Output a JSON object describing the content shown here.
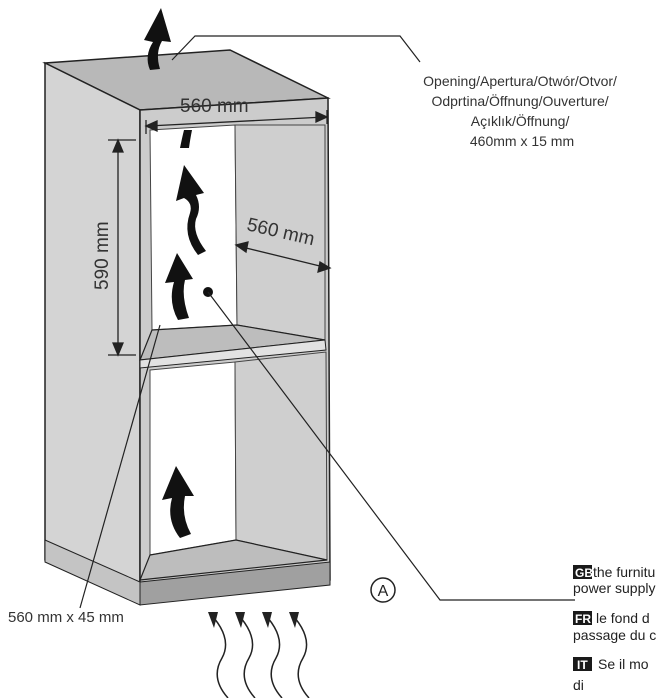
{
  "callout_top": {
    "lines": [
      "Opening/Apertura/Otwór/Otvor/",
      "Odprtina/Öffnung/Ouverture/",
      "Açıklık/Öffnung/",
      "460mm x 15 mm"
    ]
  },
  "dimensions": {
    "width": "560 mm",
    "height": "590 mm",
    "depth": "560 mm",
    "bottom_opening": "560 mm x 45 mm"
  },
  "marker": "A",
  "notes": [
    {
      "code": "GB",
      "lines": [
        "the furnitu",
        "power supply"
      ]
    },
    {
      "code": "FR",
      "lines": [
        "le fond d",
        "passage du c"
      ]
    },
    {
      "code": "IT",
      "lines": [
        "Se il mo",
        "di"
      ]
    }
  ],
  "colors": {
    "panel_front": "#d3d3d3",
    "panel_top": "#b5b5b5",
    "panel_side": "#cfcfcf",
    "shelf": "#bdbdbd",
    "plinth": "#9a9a9a",
    "outline": "#222222"
  }
}
